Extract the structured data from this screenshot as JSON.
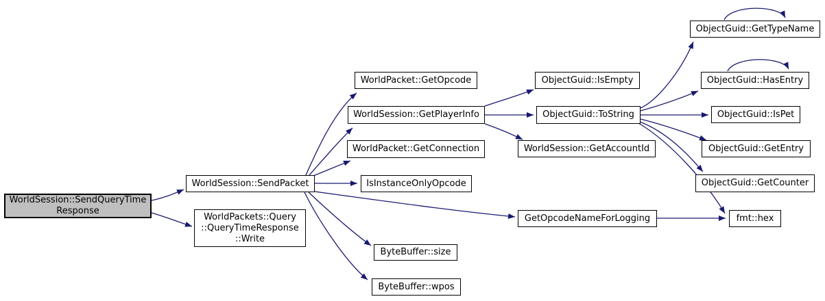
{
  "diagram": {
    "type": "call-graph",
    "colors": {
      "background": "#ffffff",
      "edge": "#191970",
      "node_fill": "#ffffff",
      "node_border": "#000000",
      "highlight_fill": "#bfbfbf"
    },
    "nodes": {
      "sendQueryTimeResponse": {
        "label": "WorldSession::SendQueryTime\nResponse",
        "highlighted": true
      },
      "sendPacket": {
        "label": "WorldSession::SendPacket"
      },
      "queryTimeResponseWrite": {
        "label": "WorldPackets::Query\n::QueryTimeResponse\n::Write"
      },
      "getOpcode": {
        "label": "WorldPacket::GetOpcode"
      },
      "getPlayerInfo": {
        "label": "WorldSession::GetPlayerInfo"
      },
      "getConnection": {
        "label": "WorldPacket::GetConnection"
      },
      "isInstanceOnlyOpcode": {
        "label": "IsInstanceOnlyOpcode"
      },
      "byteBufferSize": {
        "label": "ByteBuffer::size"
      },
      "byteBufferWpos": {
        "label": "ByteBuffer::wpos"
      },
      "getOpcodeNameForLogging": {
        "label": "GetOpcodeNameForLogging"
      },
      "isEmpty": {
        "label": "ObjectGuid::IsEmpty"
      },
      "toString": {
        "label": "ObjectGuid::ToString"
      },
      "getAccountId": {
        "label": "WorldSession::GetAccountId"
      },
      "getTypeName": {
        "label": "ObjectGuid::GetTypeName"
      },
      "hasEntry": {
        "label": "ObjectGuid::HasEntry"
      },
      "isPet": {
        "label": "ObjectGuid::IsPet"
      },
      "getEntry": {
        "label": "ObjectGuid::GetEntry"
      },
      "getCounter": {
        "label": "ObjectGuid::GetCounter"
      },
      "fmtHex": {
        "label": "fmt::hex"
      }
    },
    "edges": [
      {
        "from": "sendQueryTimeResponse",
        "to": "sendPacket"
      },
      {
        "from": "sendQueryTimeResponse",
        "to": "queryTimeResponseWrite"
      },
      {
        "from": "sendPacket",
        "to": "getOpcode"
      },
      {
        "from": "sendPacket",
        "to": "getPlayerInfo"
      },
      {
        "from": "sendPacket",
        "to": "getConnection"
      },
      {
        "from": "sendPacket",
        "to": "isInstanceOnlyOpcode"
      },
      {
        "from": "sendPacket",
        "to": "getOpcodeNameForLogging"
      },
      {
        "from": "sendPacket",
        "to": "byteBufferSize"
      },
      {
        "from": "sendPacket",
        "to": "byteBufferWpos"
      },
      {
        "from": "getPlayerInfo",
        "to": "isEmpty"
      },
      {
        "from": "getPlayerInfo",
        "to": "toString"
      },
      {
        "from": "getPlayerInfo",
        "to": "getAccountId"
      },
      {
        "from": "toString",
        "to": "getTypeName"
      },
      {
        "from": "toString",
        "to": "hasEntry"
      },
      {
        "from": "toString",
        "to": "isPet"
      },
      {
        "from": "toString",
        "to": "getEntry"
      },
      {
        "from": "toString",
        "to": "getCounter"
      },
      {
        "from": "toString",
        "to": "fmtHex"
      },
      {
        "from": "getOpcodeNameForLogging",
        "to": "fmtHex"
      },
      {
        "from": "getTypeName",
        "to": "getTypeName"
      },
      {
        "from": "hasEntry",
        "to": "hasEntry"
      }
    ]
  }
}
